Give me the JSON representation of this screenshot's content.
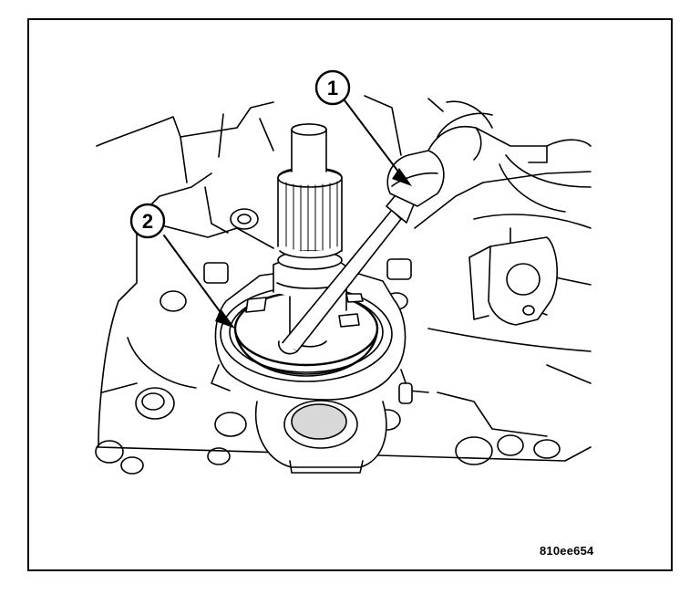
{
  "figure": {
    "id_code": "810ee654"
  },
  "callouts": [
    {
      "number": "1"
    },
    {
      "number": "2"
    }
  ],
  "colors": {
    "ink": "#000000",
    "paper": "#ffffff",
    "shade": "#d8d8d8"
  }
}
